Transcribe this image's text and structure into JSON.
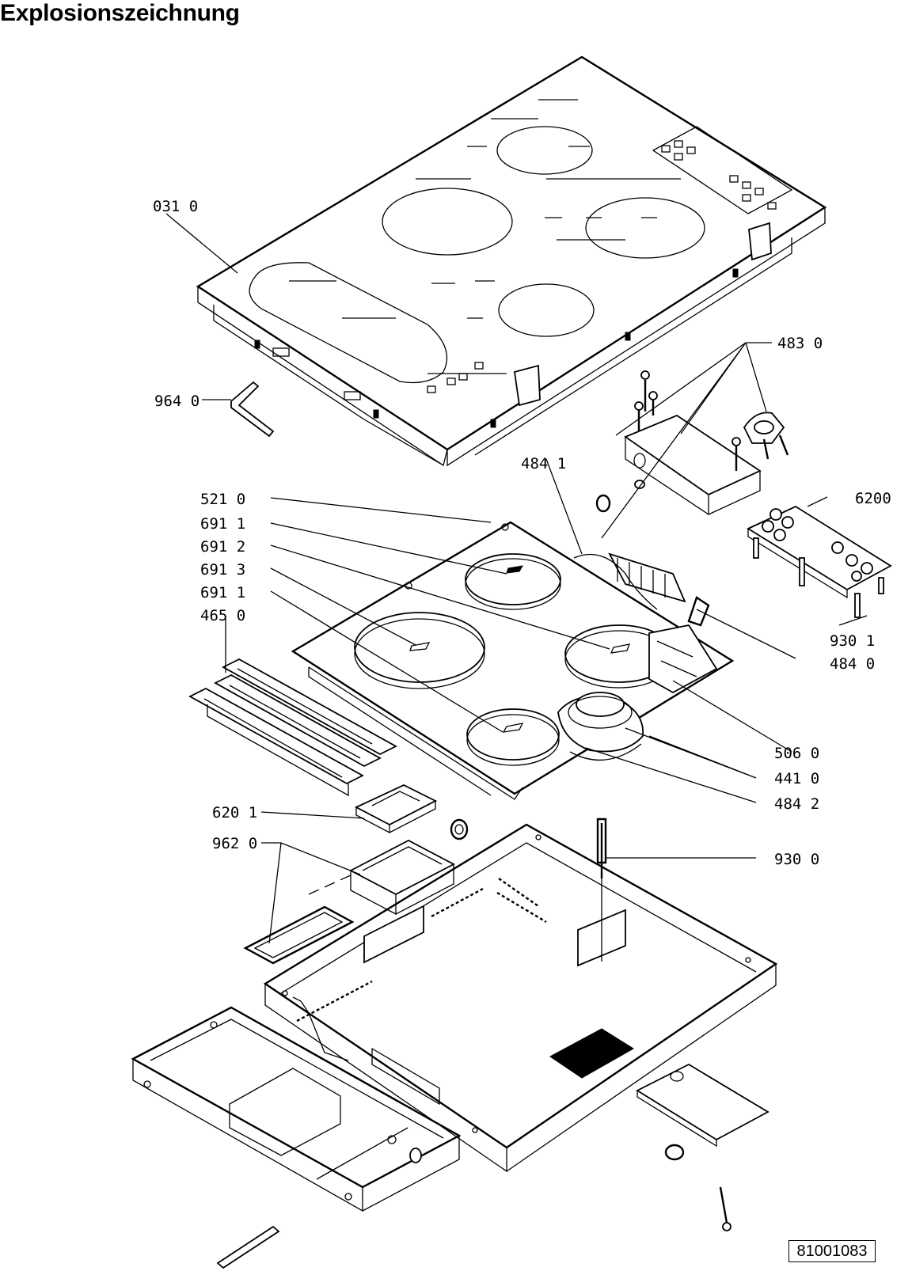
{
  "title": "Explosionszeichnung",
  "document_number": "81001083",
  "part_labels": [
    "031 0",
    "964 0",
    "483 0",
    "484 1",
    "521 0",
    "691 1",
    "691 2",
    "691 3",
    "691 1",
    "465 0",
    "6200",
    "930 1",
    "484 0",
    "506 0",
    "441 0",
    "484 2",
    "620 1",
    "962 0",
    "930 0"
  ]
}
